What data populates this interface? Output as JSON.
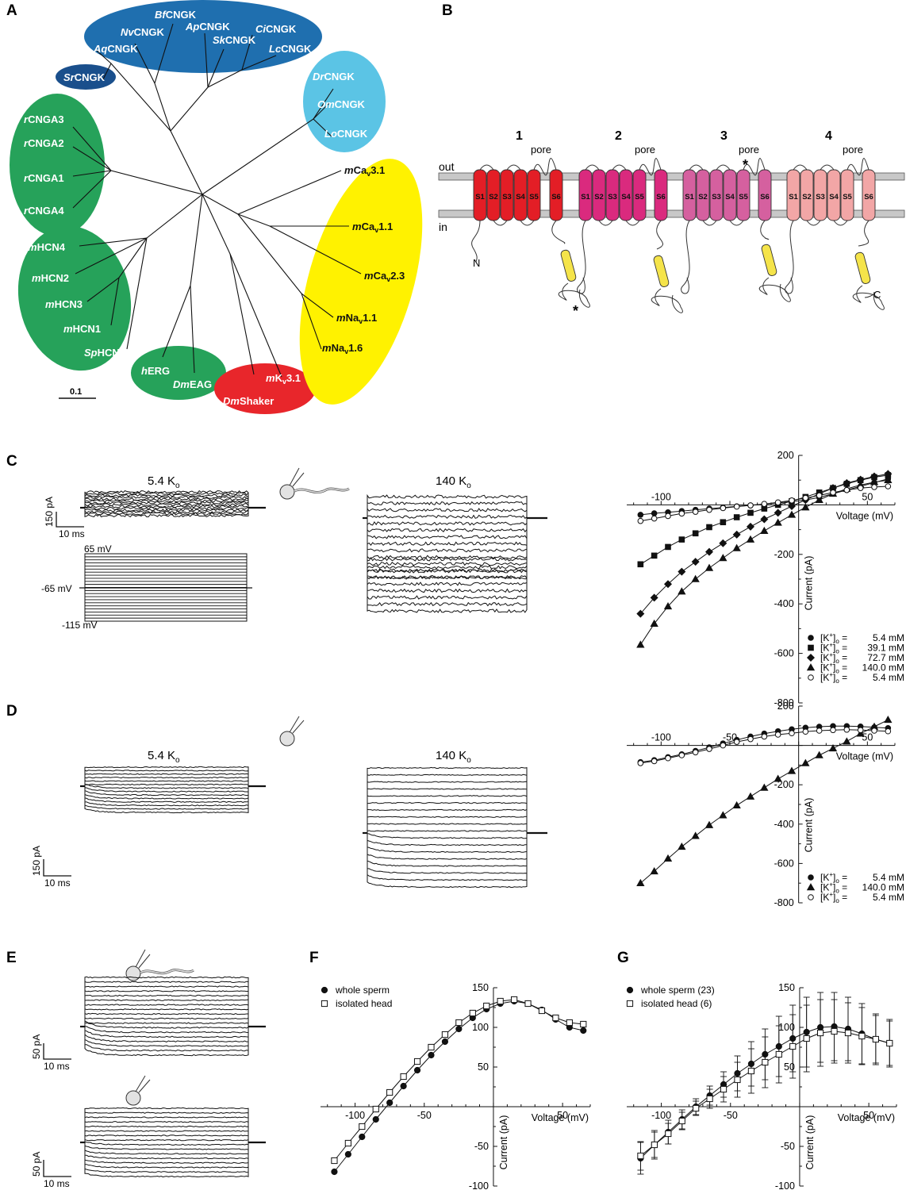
{
  "panels": {
    "A": "A",
    "B": "B",
    "C": "C",
    "D": "D",
    "E": "E",
    "F": "F",
    "G": "G"
  },
  "tree": {
    "scale_label": "0.1",
    "groups": {
      "cngk_dark": "#1F6FAF",
      "cngk_sr": "#1A4F8C",
      "cngk_light": "#5BC4E5",
      "green": "#26A25A",
      "yellow": "#FFF200",
      "red": "#E8262B"
    },
    "taxa": {
      "bf": {
        "pre": "Bf",
        "post": "CNGK"
      },
      "nv": {
        "pre": "Nv",
        "post": "CNGK"
      },
      "ap": {
        "pre": "Ap",
        "post": "CNGK"
      },
      "ci": {
        "pre": "Ci",
        "post": "CNGK"
      },
      "aq": {
        "pre": "Aq",
        "post": "CNGK"
      },
      "sk": {
        "pre": "Sk",
        "post": "CNGK"
      },
      "lc": {
        "pre": "Lc",
        "post": "CNGK"
      },
      "sr": {
        "pre": "Sr",
        "post": "CNGK"
      },
      "dr": {
        "pre": "Dr",
        "post": "CNGK"
      },
      "om": {
        "pre": "Om",
        "post": "CNGK"
      },
      "lo": {
        "pre": "Lo",
        "post": "CNGK"
      },
      "rcnga3": {
        "pre": "r",
        "post": "CNGA3"
      },
      "rcnga2": {
        "pre": "r",
        "post": "CNGA2"
      },
      "rcnga1": {
        "pre": "r",
        "post": "CNGA1"
      },
      "rcnga4": {
        "pre": "r",
        "post": "CNGA4"
      },
      "mhcn4": {
        "pre": "m",
        "post": "HCN4"
      },
      "mhcn2": {
        "pre": "m",
        "post": "HCN2"
      },
      "mhcn3": {
        "pre": "m",
        "post": "HCN3"
      },
      "mhcn1": {
        "pre": "m",
        "post": "HCN1"
      },
      "sphcn1": {
        "pre": "Sp",
        "post": "HCN1"
      },
      "herg": {
        "pre": "h",
        "post": "ERG"
      },
      "dmeag": {
        "pre": "Dm",
        "post": "EAG"
      },
      "dmshaker": {
        "pre": "Dm",
        "post": "Shaker"
      },
      "mkv31": {
        "pre": "m",
        "post": "K",
        "sub": "v",
        "tail": "3.1"
      },
      "mcav31": {
        "pre": "m",
        "post": "Ca",
        "sub": "v",
        "tail": "3.1"
      },
      "mcav11": {
        "pre": "m",
        "post": "Ca",
        "sub": "v",
        "tail": "1.1"
      },
      "mcav23": {
        "pre": "m",
        "post": "Ca",
        "sub": "v",
        "tail": "2.3"
      },
      "mnav11": {
        "pre": "m",
        "post": "Na",
        "sub": "v",
        "tail": "1.1"
      },
      "mnav16": {
        "pre": "m",
        "post": "Na",
        "sub": "v",
        "tail": "1.6"
      }
    }
  },
  "topology": {
    "repeat_numbers": [
      "1",
      "2",
      "3",
      "4"
    ],
    "pore": "pore",
    "out": "out",
    "in": "in",
    "n_term": "N",
    "c_term": "C",
    "asterisk": "*",
    "segments": [
      "S1",
      "S2",
      "S3",
      "S4",
      "S5",
      "S6"
    ],
    "repeat_colors": [
      "#E31E26",
      "#DA2A7E",
      "#D5609F",
      "#F2A6A6"
    ],
    "cnbd_color": "#F5E44A"
  },
  "panelC": {
    "label_low": "5.4 K",
    "label_high": "140 K",
    "sub": "o",
    "scale_current": "150 pA",
    "scale_time": "10 ms",
    "protocol": {
      "top": "65 mV",
      "hold": "-65 mV",
      "bottom": "-115 mV"
    }
  },
  "panelD": {
    "label_low": "5.4 K",
    "label_high": "140 K",
    "sub": "o",
    "scale_current": "150 pA",
    "scale_time": "10 ms"
  },
  "panelE": {
    "scale_current_1": "50 pA",
    "scale_time_1": "10 ms",
    "scale_current_2": "50 pA",
    "scale_time_2": "10 ms"
  },
  "axes": {
    "xlabel": "Voltage (mV)",
    "ylabel": "Current (pA)"
  },
  "legends": {
    "C": [
      {
        "text": "[K",
        "sup": "+",
        "close": "]",
        "sub": "o",
        "eq": " =",
        "val": "5.4 mM",
        "marker": "circle-filled"
      },
      {
        "text": "[K",
        "sup": "+",
        "close": "]",
        "sub": "o",
        "eq": " =",
        "val": "39.1 mM",
        "marker": "square-filled"
      },
      {
        "text": "[K",
        "sup": "+",
        "close": "]",
        "sub": "o",
        "eq": " =",
        "val": "72.7 mM",
        "marker": "diamond-filled"
      },
      {
        "text": "[K",
        "sup": "+",
        "close": "]",
        "sub": "o",
        "eq": " =",
        "val": "140.0 mM",
        "marker": "triangle-filled"
      },
      {
        "text": "[K",
        "sup": "+",
        "close": "]",
        "sub": "o",
        "eq": " =",
        "val": "5.4 mM",
        "marker": "circle-open"
      }
    ],
    "D": [
      {
        "text": "[K",
        "sup": "+",
        "close": "]",
        "sub": "o",
        "eq": " =",
        "val": "5.4 mM",
        "marker": "circle-filled"
      },
      {
        "text": "[K",
        "sup": "+",
        "close": "]",
        "sub": "o",
        "eq": " =",
        "val": "140.0 mM",
        "marker": "triangle-filled"
      },
      {
        "text": "[K",
        "sup": "+",
        "close": "]",
        "sub": "o",
        "eq": " =",
        "val": "5.4 mM",
        "marker": "circle-open"
      }
    ],
    "F": [
      "whole sperm",
      "isolated head"
    ],
    "G": [
      "whole sperm (23)",
      "isolated head (6)"
    ]
  },
  "chart_data": [
    {
      "id": "C",
      "type": "line",
      "xlabel": "Voltage (mV)",
      "ylabel": "Current (pA)",
      "xlim": [
        -125,
        70
      ],
      "ylim": [
        -800,
        200
      ],
      "xticks": [
        -100,
        50
      ],
      "yticks": [
        200,
        -200,
        -400,
        -600,
        -800
      ],
      "x": [
        -115,
        -105,
        -95,
        -85,
        -75,
        -65,
        -55,
        -45,
        -35,
        -25,
        -15,
        -5,
        5,
        15,
        25,
        35,
        45,
        55,
        65
      ],
      "series": [
        {
          "name": "5.4 mM",
          "marker": "circle-filled",
          "values": [
            -40,
            -34,
            -30,
            -25,
            -20,
            -15,
            -11,
            -6,
            -2,
            3,
            8,
            13,
            20,
            30,
            45,
            60,
            75,
            90,
            105
          ]
        },
        {
          "name": "39.1 mM",
          "marker": "square-filled",
          "values": [
            -240,
            -205,
            -170,
            -140,
            -115,
            -90,
            -70,
            -50,
            -32,
            -15,
            0,
            15,
            32,
            50,
            68,
            85,
            100,
            112,
            120
          ]
        },
        {
          "name": "72.7 mM",
          "marker": "diamond-filled",
          "values": [
            -440,
            -375,
            -320,
            -270,
            -230,
            -190,
            -155,
            -120,
            -88,
            -58,
            -32,
            -5,
            20,
            45,
            68,
            88,
            102,
            115,
            125
          ]
        },
        {
          "name": "140.0 mM",
          "marker": "triangle-filled",
          "values": [
            -565,
            -480,
            -410,
            -350,
            -300,
            -255,
            -215,
            -175,
            -140,
            -105,
            -72,
            -40,
            -10,
            20,
            45,
            65,
            80,
            92,
            100
          ]
        },
        {
          "name": "5.4 mM",
          "marker": "circle-open",
          "values": [
            -65,
            -55,
            -45,
            -35,
            -28,
            -20,
            -13,
            -7,
            -2,
            4,
            10,
            18,
            28,
            38,
            50,
            60,
            68,
            72,
            75
          ]
        }
      ]
    },
    {
      "id": "D",
      "type": "line",
      "xlabel": "Voltage (mV)",
      "ylabel": "Current (pA)",
      "xlim": [
        -125,
        70
      ],
      "ylim": [
        -800,
        200
      ],
      "xticks": [
        -100,
        -50,
        50
      ],
      "yticks": [
        200,
        -200,
        -400,
        -600,
        -800
      ],
      "x": [
        -115,
        -105,
        -95,
        -85,
        -75,
        -65,
        -55,
        -45,
        -35,
        -25,
        -15,
        -5,
        5,
        15,
        25,
        35,
        45,
        55,
        65
      ],
      "series": [
        {
          "name": "5.4 mM",
          "marker": "circle-filled",
          "values": [
            -85,
            -75,
            -60,
            -45,
            -28,
            -10,
            10,
            28,
            45,
            60,
            72,
            82,
            90,
            95,
            98,
            98,
            96,
            92,
            88
          ]
        },
        {
          "name": "140.0 mM",
          "marker": "triangle-filled",
          "values": [
            -700,
            -640,
            -575,
            -515,
            -460,
            -405,
            -355,
            -305,
            -260,
            -215,
            -170,
            -130,
            -90,
            -50,
            -15,
            20,
            60,
            95,
            130
          ]
        },
        {
          "name": "5.4 mM",
          "marker": "circle-open",
          "values": [
            -90,
            -80,
            -65,
            -50,
            -35,
            -18,
            0,
            18,
            32,
            45,
            55,
            62,
            70,
            75,
            78,
            80,
            78,
            75,
            72
          ]
        }
      ]
    },
    {
      "id": "F",
      "type": "line",
      "xlabel": "Voltage (mV)",
      "ylabel": "Current (pA)",
      "xlim": [
        -125,
        70
      ],
      "ylim": [
        -100,
        150
      ],
      "xticks": [
        -100,
        -50,
        50
      ],
      "yticks": [
        150,
        100,
        50,
        -50,
        -100
      ],
      "x": [
        -115,
        -105,
        -95,
        -85,
        -75,
        -65,
        -55,
        -45,
        -35,
        -25,
        -15,
        -5,
        5,
        15,
        25,
        35,
        45,
        55,
        65
      ],
      "series": [
        {
          "name": "whole sperm",
          "marker": "circle-filled",
          "values": [
            -82,
            -60,
            -38,
            -16,
            5,
            26,
            46,
            65,
            82,
            98,
            112,
            123,
            130,
            133,
            130,
            122,
            110,
            100,
            96
          ]
        },
        {
          "name": "isolated head",
          "marker": "square-open",
          "values": [
            -68,
            -46,
            -25,
            -3,
            18,
            38,
            57,
            75,
            91,
            106,
            118,
            127,
            133,
            135,
            130,
            121,
            112,
            106,
            104
          ]
        }
      ]
    },
    {
      "id": "G",
      "type": "line",
      "xlabel": "Voltage (mV)",
      "ylabel": "Current (pA)",
      "xlim": [
        -125,
        70
      ],
      "ylim": [
        -100,
        150
      ],
      "xticks": [
        -100,
        -50,
        50
      ],
      "yticks": [
        150,
        100,
        50,
        -50,
        -100
      ],
      "x": [
        -115,
        -105,
        -95,
        -85,
        -75,
        -65,
        -55,
        -45,
        -35,
        -25,
        -15,
        -5,
        5,
        15,
        25,
        35,
        45,
        55,
        65
      ],
      "series": [
        {
          "name": "whole sperm (23)",
          "marker": "circle-filled",
          "values": [
            -65,
            -48,
            -32,
            -16,
            0,
            14,
            28,
            42,
            54,
            66,
            76,
            86,
            94,
            100,
            101,
            98,
            92,
            85,
            80
          ],
          "err": [
            20,
            18,
            15,
            12,
            10,
            12,
            16,
            22,
            28,
            32,
            38,
            42,
            44,
            44,
            43,
            40,
            38,
            32,
            30
          ]
        },
        {
          "name": "isolated head (6)",
          "marker": "square-open",
          "values": [
            -62,
            -48,
            -34,
            -18,
            -2,
            10,
            22,
            34,
            45,
            56,
            66,
            76,
            86,
            93,
            95,
            93,
            89,
            85,
            80
          ],
          "err": [
            18,
            16,
            13,
            11,
            9,
            12,
            16,
            22,
            28,
            32,
            36,
            40,
            42,
            42,
            40,
            38,
            36,
            30,
            28
          ]
        }
      ]
    }
  ]
}
